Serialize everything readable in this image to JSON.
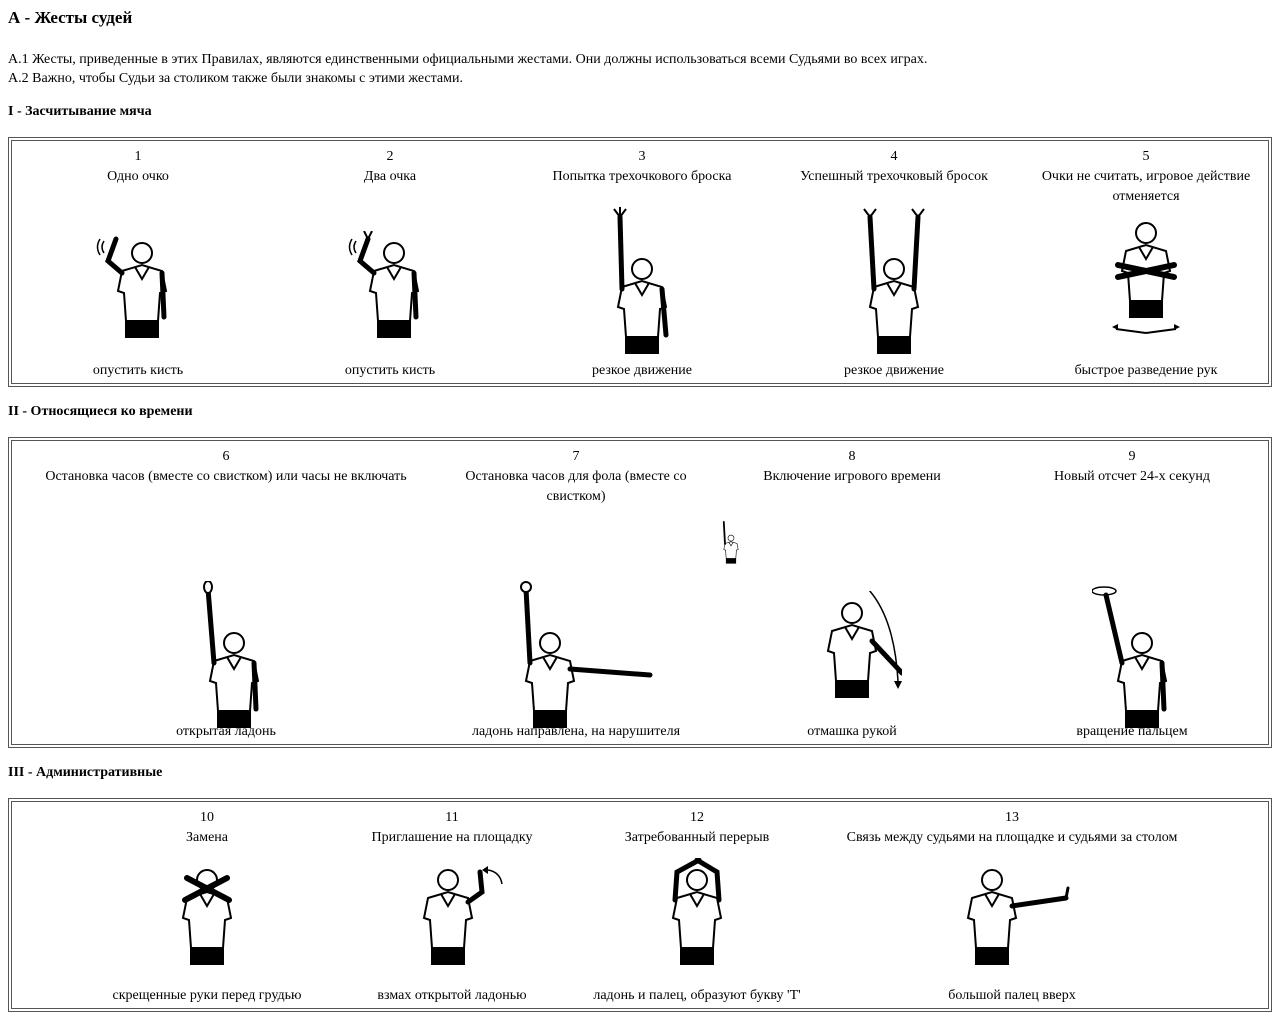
{
  "page": {
    "title": "А - Жесты судей",
    "intro": [
      "А.1 Жесты, приведенные в этих Правилах, являются единственными официальными жестами. Они должны использоваться всеми Судьями во всех играх.",
      "А.2 Важно, чтобы Судьи за столиком также были знакомы с этими жестами."
    ]
  },
  "sections": [
    {
      "heading": "I - Засчитывание мяча",
      "gestures": [
        {
          "number": "1",
          "title": "Одно очко",
          "caption": "опустить кисть",
          "icon": "referee-one-point-icon"
        },
        {
          "number": "2",
          "title": "Два очка",
          "caption": "опустить кисть",
          "icon": "referee-two-points-icon"
        },
        {
          "number": "3",
          "title": "Попытка трехочкового броска",
          "caption": "резкое движение",
          "icon": "referee-three-point-attempt-icon"
        },
        {
          "number": "4",
          "title": "Успешный трехочковый бросок",
          "caption": "резкое движение",
          "icon": "referee-three-point-success-icon"
        },
        {
          "number": "5",
          "title": "Очки не считать, игровое действие отменяется",
          "caption": "быстрое разведение рук",
          "icon": "referee-cancel-score-icon"
        }
      ]
    },
    {
      "heading": "II - Относящиеся ко времени",
      "gestures": [
        {
          "number": "6",
          "title": "Остановка часов (вместе со свистком) или часы не включать",
          "caption": "открытая ладонь",
          "icon": "referee-stop-clock-icon"
        },
        {
          "number": "7",
          "title": "Остановка часов для фола (вместе со свистком)",
          "caption": "ладонь направлена, на нарушителя",
          "icon": "referee-stop-clock-foul-icon"
        },
        {
          "number": "8",
          "title": "Включение игрового времени",
          "caption": "отмашка рукой",
          "icon": "referee-start-clock-icon"
        },
        {
          "number": "9",
          "title": "Новый отсчет 24-х секунд",
          "caption": "вращение пальцем",
          "icon": "referee-reset-24-icon"
        }
      ]
    },
    {
      "heading": "III - Административные",
      "gestures": [
        {
          "number": "10",
          "title": "Замена",
          "caption": "скрещенные руки перед грудью",
          "icon": "referee-substitution-icon"
        },
        {
          "number": "11",
          "title": "Приглашение на площадку",
          "caption": "взмах открытой ладонью",
          "icon": "referee-beckon-icon"
        },
        {
          "number": "12",
          "title": "Затребованный перерыв",
          "caption": "ладонь и палец, образуют букву 'T'",
          "icon": "referee-timeout-icon"
        },
        {
          "number": "13",
          "title": "Связь между судьями на площадке и судьями за столом",
          "caption": "большой палец вверх",
          "icon": "referee-thumb-up-icon"
        }
      ]
    }
  ]
}
